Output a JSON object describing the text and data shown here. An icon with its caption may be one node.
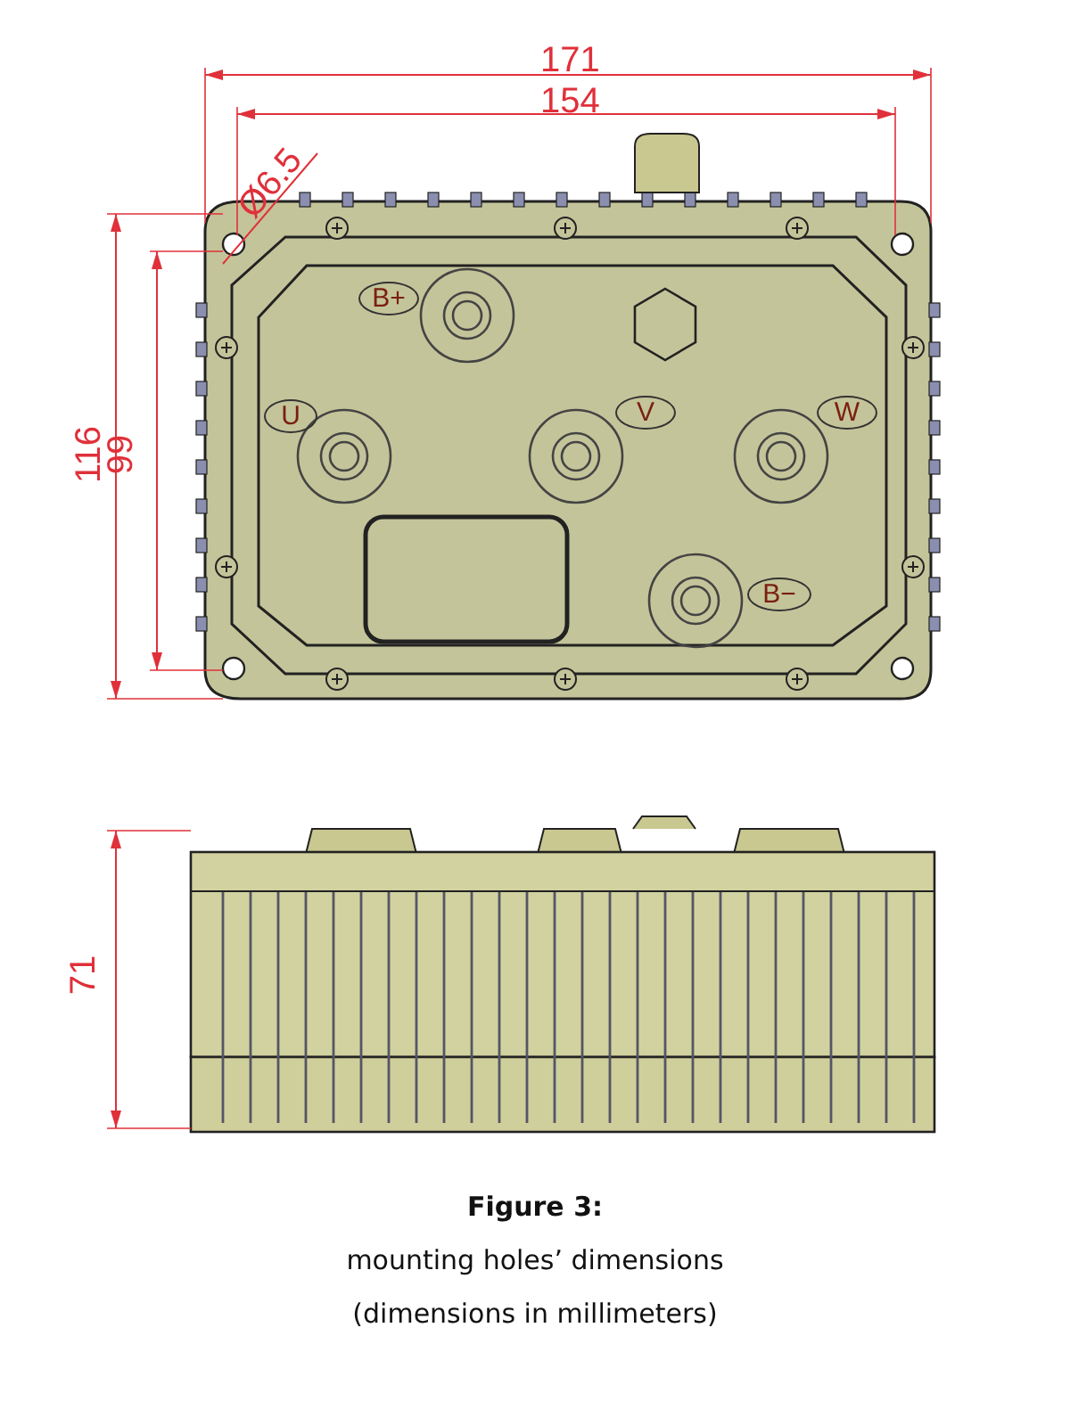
{
  "diagram": {
    "nodes": [
      {
        "text": [
          "B+"
        ]
      },
      {
        "text": [
          "U"
        ]
      },
      {
        "text": [
          "V"
        ]
      },
      {
        "text": [
          "W"
        ]
      },
      {
        "text": [
          "B−"
        ]
      }
    ],
    "edges": [],
    "labels": [
      "171",
      "154",
      "Ø6.5",
      "116",
      "99",
      "71",
      "Figure 3:",
      "mounting holes’ dimensions",
      "(dimensions in millimeters)"
    ]
  }
}
